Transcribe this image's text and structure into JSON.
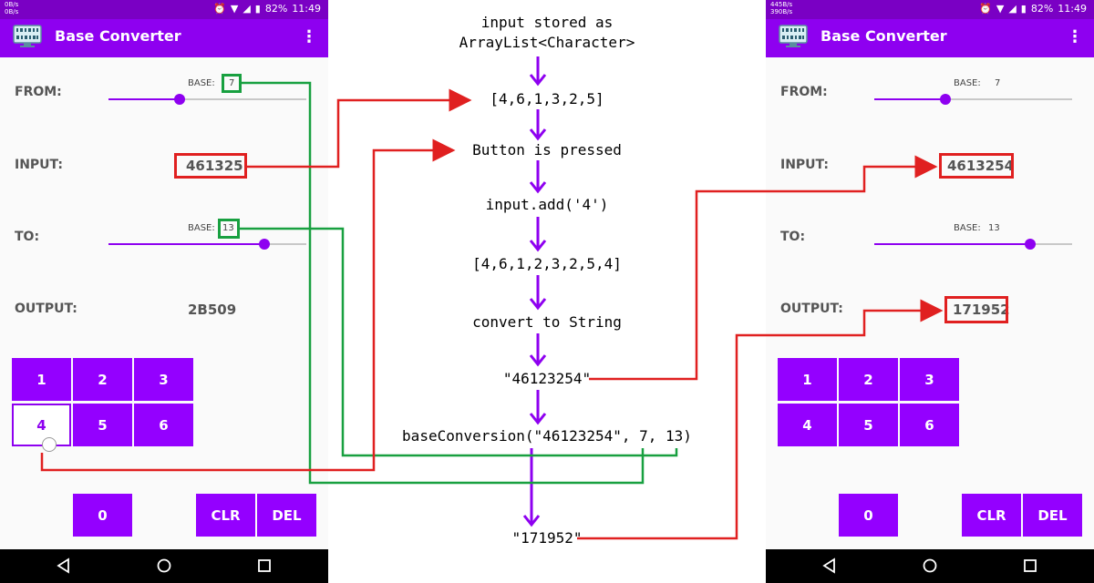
{
  "app": {
    "title": "Base Converter"
  },
  "left_phone": {
    "status": {
      "net_up": "0B/s",
      "net_down": "0B/s",
      "battery": "82%",
      "time": "11:49"
    },
    "from": {
      "label": "FROM:",
      "base_label": "BASE:",
      "base_value": "7",
      "slider_fraction": 0.36
    },
    "input": {
      "label": "INPUT:",
      "value": "461325"
    },
    "to": {
      "label": "TO:",
      "base_label": "BASE:",
      "base_value": "13",
      "slider_fraction": 0.79
    },
    "output": {
      "label": "OUTPUT:",
      "value": "2B509"
    },
    "keys": [
      "1",
      "2",
      "3",
      "4",
      "5",
      "6",
      "0",
      "CLR",
      "DEL"
    ],
    "pressed_key": "4"
  },
  "right_phone": {
    "status": {
      "net_up": "445B/s",
      "net_down": "390B/s",
      "battery": "82%",
      "time": "11:49"
    },
    "from": {
      "label": "FROM:",
      "base_label": "BASE:",
      "base_value": "7",
      "slider_fraction": 0.36
    },
    "input": {
      "label": "INPUT:",
      "value": "4613254"
    },
    "to": {
      "label": "TO:",
      "base_label": "BASE:",
      "base_value": "13",
      "slider_fraction": 0.79
    },
    "output": {
      "label": "OUTPUT:",
      "value": "171952"
    },
    "keys": [
      "1",
      "2",
      "3",
      "4",
      "5",
      "6",
      "0",
      "CLR",
      "DEL"
    ]
  },
  "flow_steps": [
    "input stored as",
    "ArrayList<Character>",
    "[4,6,1,3,2,5]",
    "Button is pressed",
    "input.add('4')",
    "[4,6,1,2,3,2,5,4]",
    "convert to String",
    "\"46123254\"",
    "baseConversion(\"46123254\", 7, 13)",
    "\"171952\""
  ],
  "colors": {
    "accent": "#8e00f0",
    "status_bar": "#7a00c4",
    "flow_arrow": "#8e00f0",
    "red_link": "#e02020",
    "green_link": "#18a040"
  }
}
